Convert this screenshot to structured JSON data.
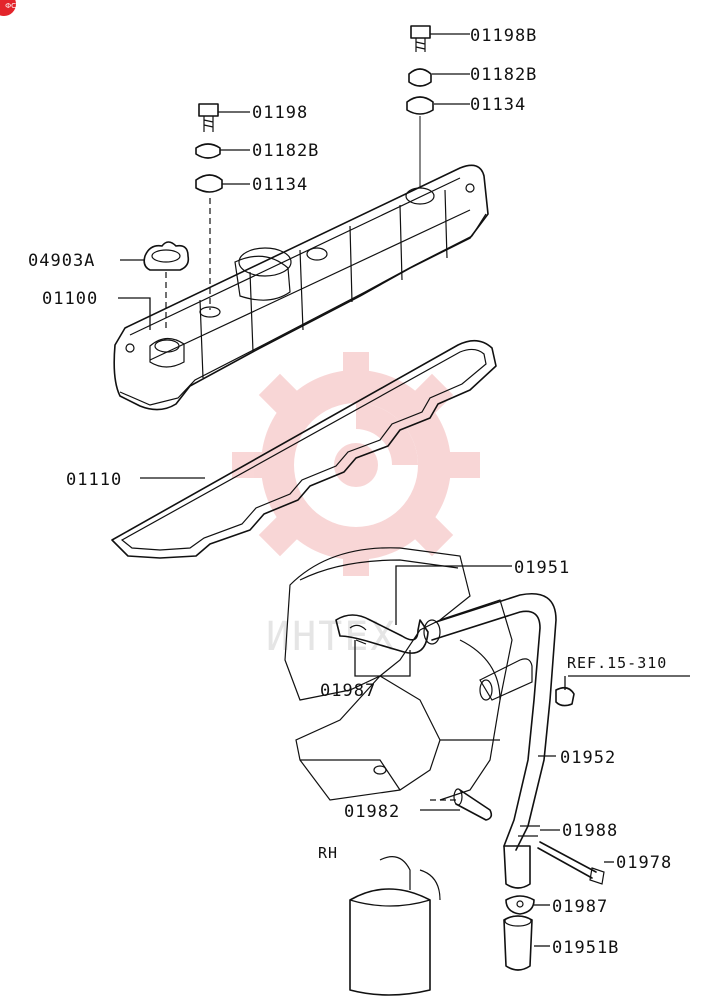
{
  "diagram": {
    "parts": [
      {
        "id": "01198B",
        "label": "01198B"
      },
      {
        "id": "01182B_top",
        "label": "01182B"
      },
      {
        "id": "01134_top",
        "label": "01134"
      },
      {
        "id": "01198",
        "label": "01198"
      },
      {
        "id": "01182B_mid",
        "label": "01182B"
      },
      {
        "id": "01134_mid",
        "label": "01134"
      },
      {
        "id": "04903A",
        "label": "04903A"
      },
      {
        "id": "01100",
        "label": "01100"
      },
      {
        "id": "01110",
        "label": "01110"
      },
      {
        "id": "01951",
        "label": "01951"
      },
      {
        "id": "01987_left",
        "label": "01987"
      },
      {
        "id": "ref",
        "label": "REF.15-310"
      },
      {
        "id": "01952",
        "label": "01952"
      },
      {
        "id": "01982",
        "label": "01982"
      },
      {
        "id": "01988",
        "label": "01988"
      },
      {
        "id": "01978",
        "label": "01978"
      },
      {
        "id": "01987_bottom",
        "label": "01987"
      },
      {
        "id": "01951B",
        "label": "01951B"
      }
    ],
    "side_label": "RH",
    "watermark_text": "ИНТЕХ",
    "watermark_color": "#f4b6b6",
    "corner_badge": "ФС"
  }
}
